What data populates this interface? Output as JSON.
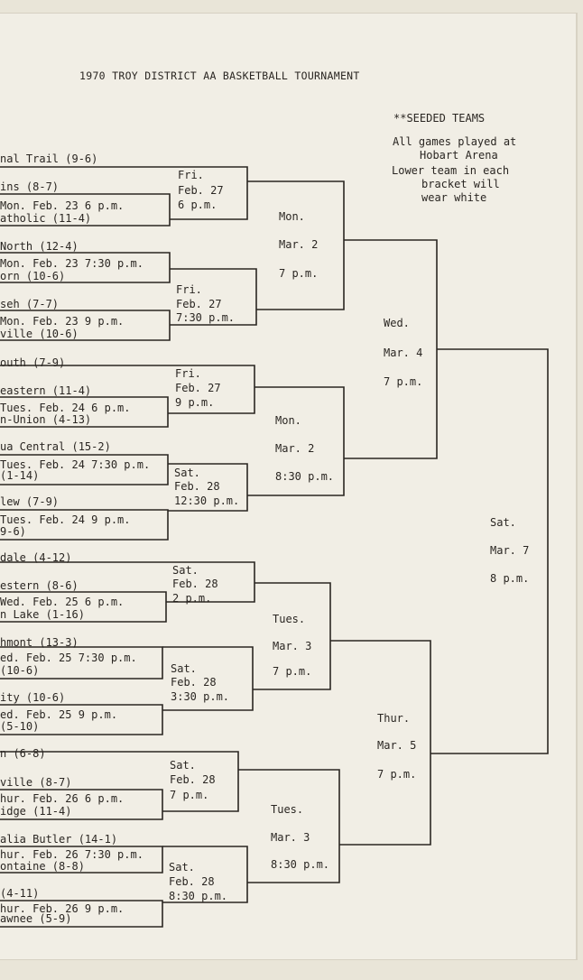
{
  "header": {
    "title": "1970 TROY DISTRICT AA BASKETBALL TOURNAMENT"
  },
  "notes": {
    "seeded": "**SEEDED TEAMS",
    "lines": [
      "All games played at",
      "Hobart Arena",
      "Lower team in each",
      "bracket will",
      "wear white"
    ]
  },
  "teams": [
    "nal Trail (9-6)",
    "ins (8-7)",
    "atholic (11-4)",
    "North (12-4)",
    "orn (10-6)",
    "seh (7-7)",
    "ville (10-6)",
    "outh (7-9)",
    "eastern (11-4)",
    "n-Union (4-13)",
    "ua Central (15-2)",
    "(1-14)",
    "lew (7-9)",
    "9-6)",
    "dale (4-12)",
    "estern (8-6)",
    "n Lake (1-16)",
    "hmont (13-3)",
    "(10-6)",
    "ity (10-6)",
    "(5-10)",
    "n (6-8)",
    "ville (8-7)",
    "idge (11-4)",
    "alia Butler (14-1)",
    "ontaine (8-8)",
    "(4-11)",
    "awnee (5-9)"
  ],
  "r1_games": [
    "Mon. Feb. 23 6 p.m.",
    "Mon. Feb. 23 7:30 p.m.",
    "Mon. Feb. 23 9 p.m.",
    "Tues. Feb. 24 6 p.m.",
    "Tues. Feb. 24 7:30 p.m.",
    "Tues. Feb. 24 9 p.m.",
    "Wed. Feb. 25 6 p.m.",
    "ed. Feb. 25 7:30 p.m.",
    "ed. Feb. 25 9 p.m.",
    "hur. Feb. 26 6 p.m.",
    "hur. Feb. 26 7:30 p.m.",
    "hur. Feb. 26 9 p.m."
  ],
  "r2_games": [
    {
      "day": "Fri.",
      "date": "Feb. 27",
      "time": "6 p.m."
    },
    {
      "day": "Fri.",
      "date": "Feb. 27",
      "time": "7:30 p.m."
    },
    {
      "day": "Fri.",
      "date": "Feb. 27",
      "time": "9 p.m."
    },
    {
      "day": "Sat.",
      "date": "Feb. 28",
      "time": "12:30 p.m."
    },
    {
      "day": "Sat.",
      "date": "Feb. 28",
      "time": "2 p.m."
    },
    {
      "day": "Sat.",
      "date": "Feb. 28",
      "time": "3:30 p.m."
    },
    {
      "day": "Sat.",
      "date": "Feb. 28",
      "time": "7 p.m."
    },
    {
      "day": "Sat.",
      "date": "Feb. 28",
      "time": "8:30 p.m."
    }
  ],
  "r3_games": [
    {
      "day": "Mon.",
      "date": "Mar. 2",
      "time": "7 p.m."
    },
    {
      "day": "Mon.",
      "date": "Mar. 2",
      "time": "8:30 p.m."
    },
    {
      "day": "Tues.",
      "date": "Mar. 3",
      "time": "7 p.m."
    },
    {
      "day": "Tues.",
      "date": "Mar. 3",
      "time": "8:30 p.m."
    }
  ],
  "r4_games": [
    {
      "day": "Wed.",
      "date": "Mar. 4",
      "time": "7 p.m."
    },
    {
      "day": "Thur.",
      "date": "Mar. 5",
      "time": "7 p.m."
    }
  ],
  "final_game": {
    "day": "Sat.",
    "date": "Mar. 7",
    "time": "8 p.m."
  },
  "colors": {
    "ink": "#2a2622",
    "paper": "#f1eee5",
    "background": "#e9e5d8"
  }
}
